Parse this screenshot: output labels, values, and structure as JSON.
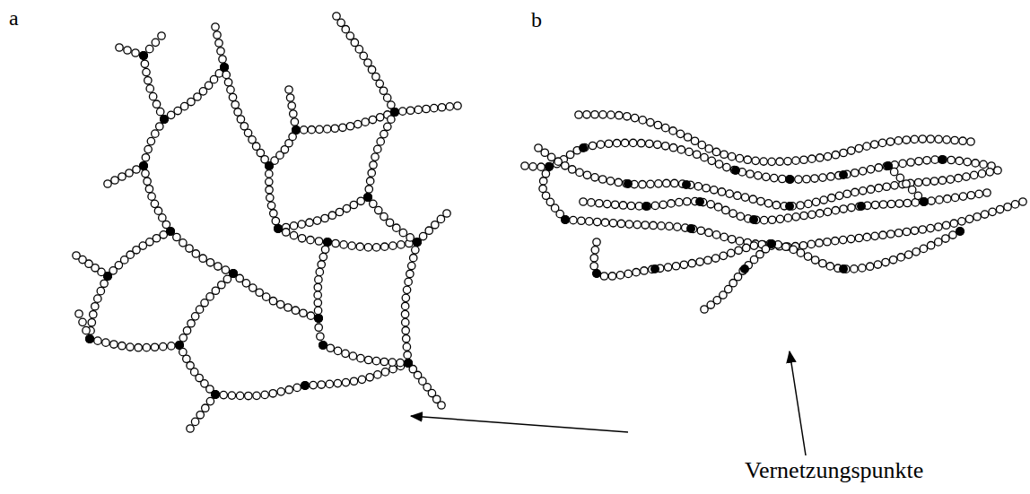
{
  "diagram": {
    "labels": [
      "a",
      "b",
      "Vernetzungspunkte"
    ]
  }
}
